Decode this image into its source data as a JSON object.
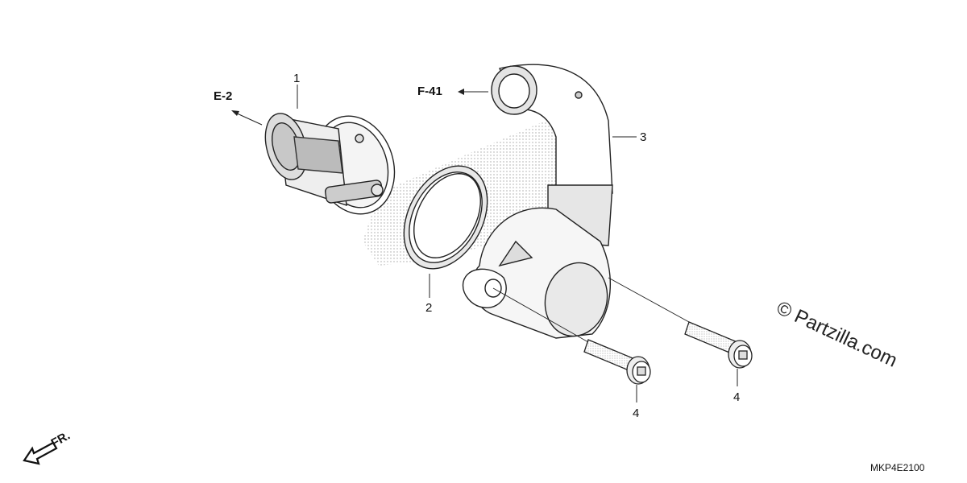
{
  "labels": {
    "part_1": "1",
    "part_2": "2",
    "part_3": "3",
    "part_4a": "4",
    "part_4b": "4"
  },
  "references": {
    "e2": "E-2",
    "f41": "F-41",
    "front": "FR."
  },
  "watermark": "© Partzilla.com",
  "diagram_code": "MKP4E2100",
  "icons": [
    "front-direction-arrow-icon",
    "reference-arrow-icon"
  ]
}
